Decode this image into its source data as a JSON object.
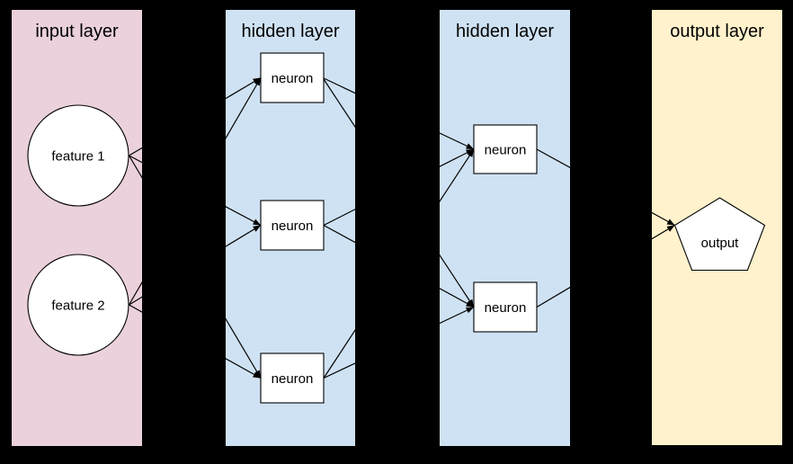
{
  "diagram": {
    "background_color": "#000000",
    "line_color": "#000000",
    "node_fill_color": "#ffffff",
    "node_border_color": "#000000",
    "columns": [
      {
        "label": "input layer",
        "color": "#ead1dc"
      },
      {
        "label": "hidden layer",
        "color": "#cfe2f3"
      },
      {
        "label": "hidden layer",
        "color": "#cfe2f3"
      },
      {
        "label": "output layer",
        "color": "#fff2cc"
      }
    ],
    "nodes": [
      {
        "id": "feature-1",
        "label": "feature 1",
        "shape": "circle",
        "layer": 0
      },
      {
        "id": "feature-2",
        "label": "feature 2",
        "shape": "circle",
        "layer": 0
      },
      {
        "id": "hidden1-neuron-1",
        "label": "neuron",
        "shape": "rectangle",
        "layer": 1
      },
      {
        "id": "hidden1-neuron-2",
        "label": "neuron",
        "shape": "rectangle",
        "layer": 1
      },
      {
        "id": "hidden1-neuron-3",
        "label": "neuron",
        "shape": "rectangle",
        "layer": 1
      },
      {
        "id": "hidden2-neuron-1",
        "label": "neuron",
        "shape": "rectangle",
        "layer": 2
      },
      {
        "id": "hidden2-neuron-2",
        "label": "neuron",
        "shape": "rectangle",
        "layer": 2
      },
      {
        "id": "output",
        "label": "output",
        "shape": "pentagon",
        "layer": 3
      }
    ],
    "connections": [
      {
        "from": "feature-1",
        "to": "hidden1-neuron-1"
      },
      {
        "from": "feature-1",
        "to": "hidden1-neuron-2"
      },
      {
        "from": "feature-1",
        "to": "hidden1-neuron-3"
      },
      {
        "from": "feature-2",
        "to": "hidden1-neuron-1"
      },
      {
        "from": "feature-2",
        "to": "hidden1-neuron-2"
      },
      {
        "from": "feature-2",
        "to": "hidden1-neuron-3"
      },
      {
        "from": "hidden1-neuron-1",
        "to": "hidden2-neuron-1"
      },
      {
        "from": "hidden1-neuron-1",
        "to": "hidden2-neuron-2"
      },
      {
        "from": "hidden1-neuron-2",
        "to": "hidden2-neuron-1"
      },
      {
        "from": "hidden1-neuron-2",
        "to": "hidden2-neuron-2"
      },
      {
        "from": "hidden1-neuron-3",
        "to": "hidden2-neuron-1"
      },
      {
        "from": "hidden1-neuron-3",
        "to": "hidden2-neuron-2"
      },
      {
        "from": "hidden2-neuron-1",
        "to": "output"
      },
      {
        "from": "hidden2-neuron-2",
        "to": "output"
      }
    ]
  }
}
